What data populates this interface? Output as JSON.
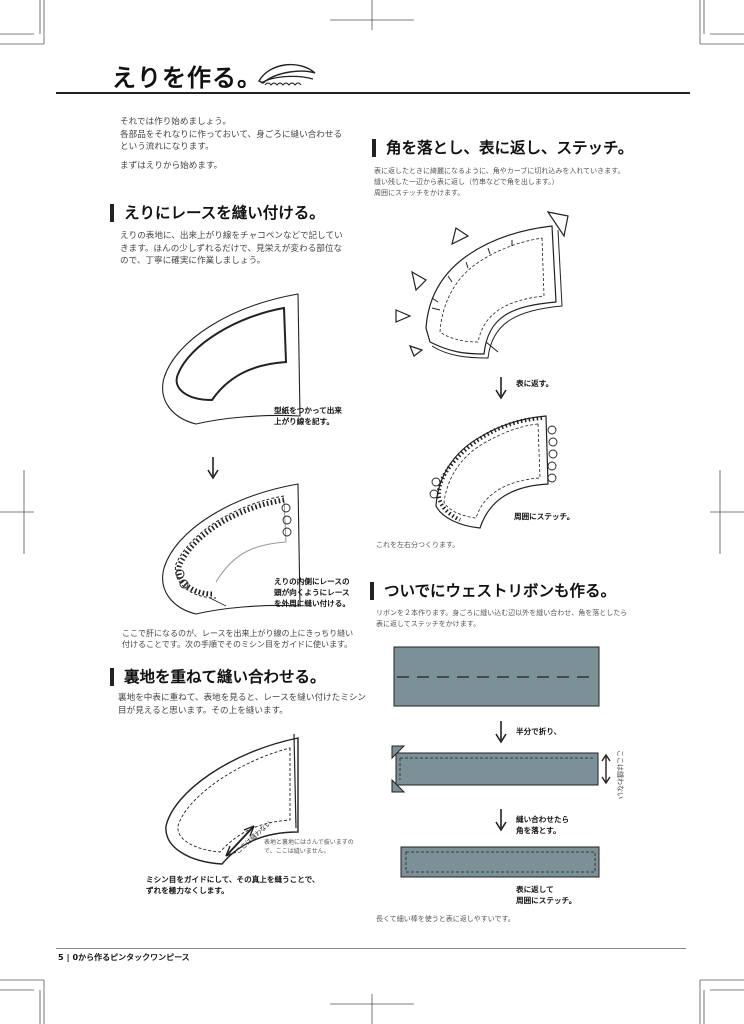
{
  "page": {
    "title": "えりを作る。",
    "footer": {
      "page_number": "5",
      "book_title": "0から作るピンタックワンピース"
    }
  },
  "intro": {
    "paragraph1": "それでは作り始めましょう。\n各部品をそれなりに作っておいて、身ごろに縫い合わせる\nという流れになります。",
    "paragraph2": "まずはえりから始めます。"
  },
  "section_lace": {
    "heading": "えりにレースを縫い付ける。",
    "body": "えりの表地に、出来上がり線をチャコペンなどで記してい\nきます。ほんの少しずれるだけで、見栄えが変わる部位な\nので、丁寧に確実に作業しましょう。",
    "caption_pattern": "型紙をつかって出来\n上がり線を記す。",
    "caption_lace": "えりの内側にレースの\n頭が向くようにレース\nを外周に縫い付ける。",
    "note": "ここで肝になるのが、レースを出来上がり線の上にきっちり縫い\n付けることです。次の手順でそのミシン目をガイドに使います。"
  },
  "section_lining": {
    "heading": "裏地を重ねて縫い合わせる。",
    "body": "裏地を中表に重ねて、表地を見ると、レースを縫い付けたミシン\n目が見えると思います。その上を縫います。",
    "side_label": "ここは縫わない",
    "side_note": "表地と裏地にはさんで抜いますの\nで、ここは縫いません。",
    "caption": "ミシン目をガイドにして、その真上を縫うことで、\nずれを極力なくします。"
  },
  "section_corner": {
    "heading": "角を落とし、表に返し、ステッチ。",
    "body": "表に返したときに綺麗になるように、角やカーブに切れ込みを入れていきます。\n縫い残した一辺から表に返し（竹串などで角を出します。）\n周囲にステッチをかけます。",
    "caption_turn": "表に返す。",
    "caption_stitch": "周囲にステッチ。",
    "note": "これを左右分つくります。"
  },
  "section_ribbon": {
    "heading": "ついでにウェストリボンも作る。",
    "body": "リボンを２本作ります。身ごろに縫い込む辺以外を縫い合わせ、角を落としたら\n表に返してステッチをかけます。",
    "caption_fold": "半分で折り、",
    "side_label": "ここは縫わない",
    "caption_sew": "縫い合わせたら\n角を落とす。",
    "caption_stitch": "表に返して\n周囲にステッチ。",
    "note": "長くて細い棒を使うと表に返しやすいです。"
  },
  "colors": {
    "ribbon": "#7b9197",
    "ink": "#222222",
    "shadow": "#dddddd"
  },
  "icons": [
    "collar-icon",
    "arrow-down-icon",
    "double-arrow-icon"
  ]
}
